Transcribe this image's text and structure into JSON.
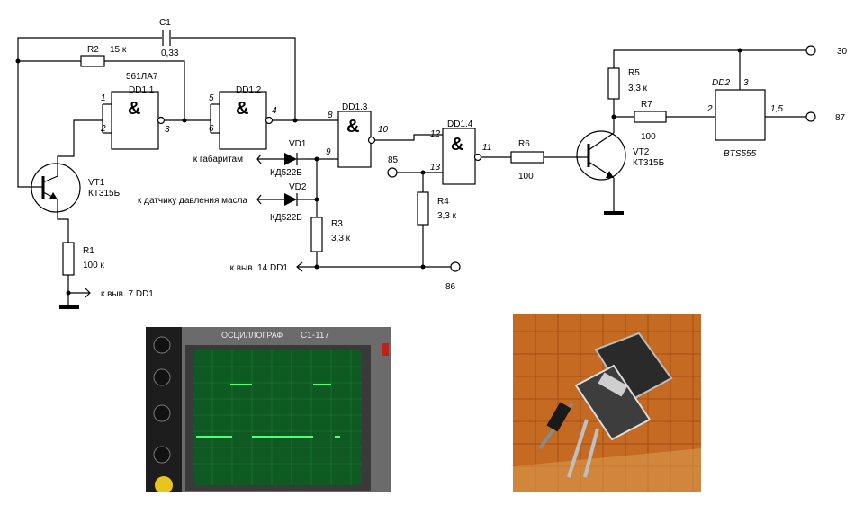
{
  "components": {
    "c1": {
      "ref": "C1",
      "value": "0,33"
    },
    "r1": {
      "ref": "R1",
      "value": "100 к"
    },
    "r2": {
      "ref": "R2",
      "value": "15 к"
    },
    "r3": {
      "ref": "R3",
      "value": "3,3 к"
    },
    "r4": {
      "ref": "R4",
      "value": "3,3 к"
    },
    "r5": {
      "ref": "R5",
      "value": "3,3 к"
    },
    "r6": {
      "ref": "R6",
      "value": "100"
    },
    "r7": {
      "ref": "R7",
      "value": "100"
    },
    "vt1": {
      "ref": "VT1",
      "type": "КТ315Б"
    },
    "vt2": {
      "ref": "VT2",
      "type": "КТ315Б"
    },
    "vd1": {
      "ref": "VD1",
      "type": "КД522Б"
    },
    "vd2": {
      "ref": "VD2",
      "type": "КД522Б"
    },
    "dd1_chip": "561ЛА7",
    "dd1_1": "DD1.1",
    "dd1_2": "DD1.2",
    "dd1_3": "DD1.3",
    "dd1_4": "DD1.4",
    "dd2": {
      "ref": "DD2",
      "type": "BTS555"
    },
    "nand_symbol": "&"
  },
  "pins": {
    "dd1_1": [
      "1",
      "2",
      "3"
    ],
    "dd1_2": [
      "5",
      "6",
      "4"
    ],
    "dd1_3": [
      "8",
      "9",
      "10"
    ],
    "dd1_4": [
      "12",
      "13",
      "11"
    ],
    "dd2": [
      "2",
      "3",
      "1,5"
    ]
  },
  "terminals": {
    "t30": "30",
    "t87": "87",
    "t85": "85",
    "t86": "86"
  },
  "notes": {
    "gabarity": "к габаритам",
    "oil_sensor": "к датчику давления масла",
    "pin14": "к выв. 14 DD1",
    "pin7": "к выв. 7 DD1"
  },
  "photos": {
    "oscilloscope": {
      "brand": "ОСЦИЛЛОГРАФ",
      "model": "С1-117",
      "screen_color": "#1f7a3a",
      "trace_color": "#4dff7a"
    },
    "board": {
      "background_color": "#c56a22"
    }
  }
}
